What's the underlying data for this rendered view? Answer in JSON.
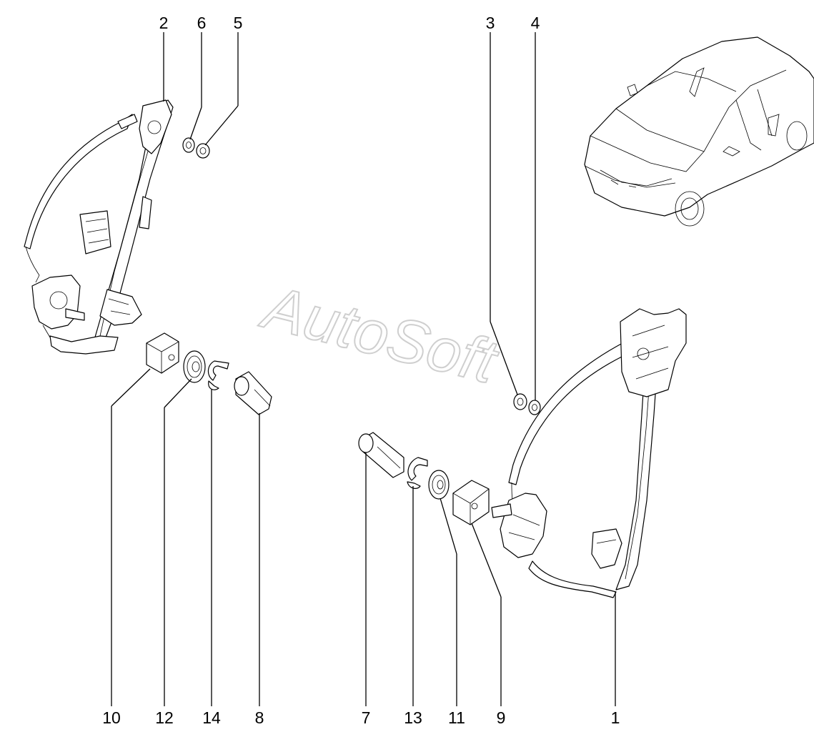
{
  "watermark": "AutoSoft",
  "callouts": {
    "c1": "1",
    "c2": "2",
    "c3": "3",
    "c4": "4",
    "c5": "5",
    "c6": "6",
    "c7": "7",
    "c8": "8",
    "c9": "9",
    "c10": "10",
    "c11": "11",
    "c12": "12",
    "c13": "13",
    "c14": "14"
  },
  "icons": {
    "car": "car-illustration-icon",
    "left_regulator": "window-regulator-left-icon",
    "right_regulator": "window-regulator-right-icon"
  }
}
